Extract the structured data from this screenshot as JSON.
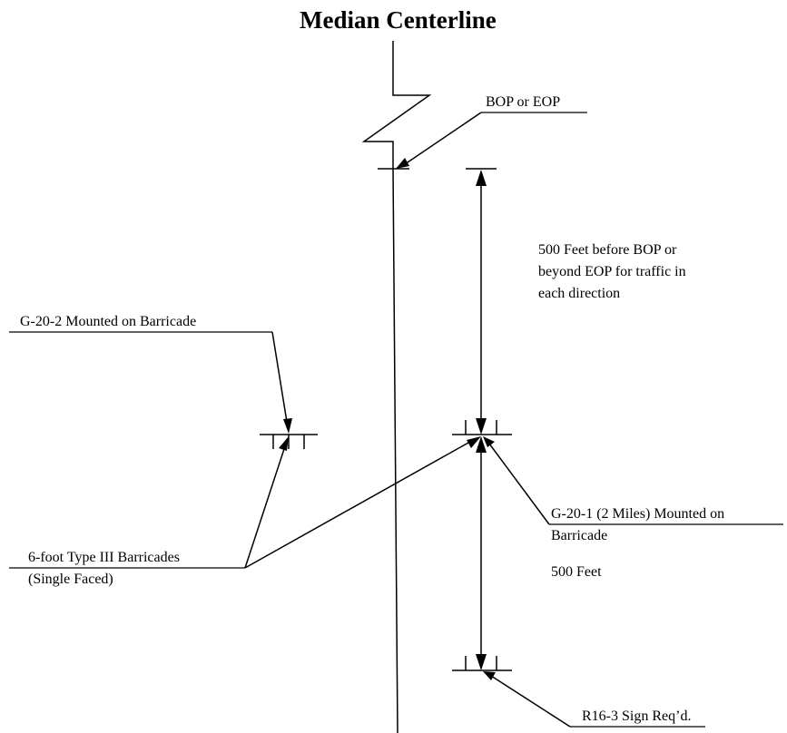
{
  "title": "Median Centerline",
  "labels": {
    "bop_eop": "BOP or EOP",
    "distance_note": [
      "500 Feet before BOP or",
      "beyond EOP for traffic in",
      "each direction"
    ],
    "g20_2": "G-20-2 Mounted on Barricade",
    "g20_1_line1": "G-20-1 (2 Miles) Mounted on",
    "g20_1_line2": "Barricade",
    "distance_500": "500 Feet",
    "barricades_line1": "6-foot Type III Barricades",
    "barricades_line2": "(Single Faced)",
    "r16_3": "R16-3 Sign Req’d."
  }
}
